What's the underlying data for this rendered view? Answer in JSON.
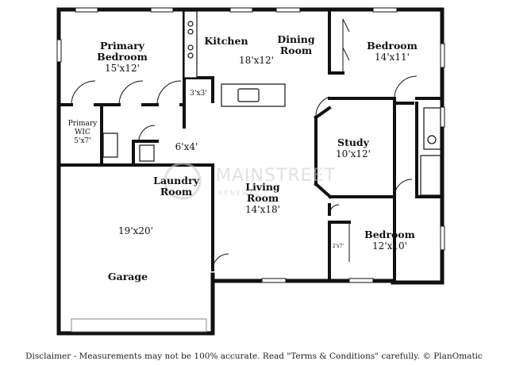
{
  "rooms": {
    "primary_bedroom": {
      "name_line1": "Primary",
      "name_line2": "Bedroom",
      "dims": "15'x12'"
    },
    "kitchen": {
      "name": "Kitchen",
      "dims": "18'x12'"
    },
    "dining": {
      "name_line1": "Dining",
      "name_line2": "Room"
    },
    "bedroom_ne": {
      "name": "Bedroom",
      "dims": "14'x11'"
    },
    "pantry": {
      "dims": "3'x3'"
    },
    "primary_wic": {
      "name_line1": "Primary",
      "name_line2": "WIC",
      "dims": "5'x7'"
    },
    "hall_bath": {
      "dims": "6'x4'"
    },
    "study": {
      "name": "Study",
      "dims": "10'x12'"
    },
    "laundry": {
      "name_line1": "Laundry",
      "name_line2": "Room"
    },
    "living": {
      "name_line1": "Living",
      "name_line2": "Room",
      "dims": "14'x18'"
    },
    "garage": {
      "name": "Garage",
      "dims": "19'x20'"
    },
    "bedroom_se": {
      "name": "Bedroom",
      "dims": "12'x10'"
    },
    "closet_se": {
      "dims": "2'x7'"
    }
  },
  "watermark": {
    "text": "MAINSTREET",
    "subtext": "RENEWAL"
  },
  "disclaimer": "Disclaimer - Measurements may not be 100% accurate. Read \"Terms & Conditions\" carefully. © PlanOmatic"
}
